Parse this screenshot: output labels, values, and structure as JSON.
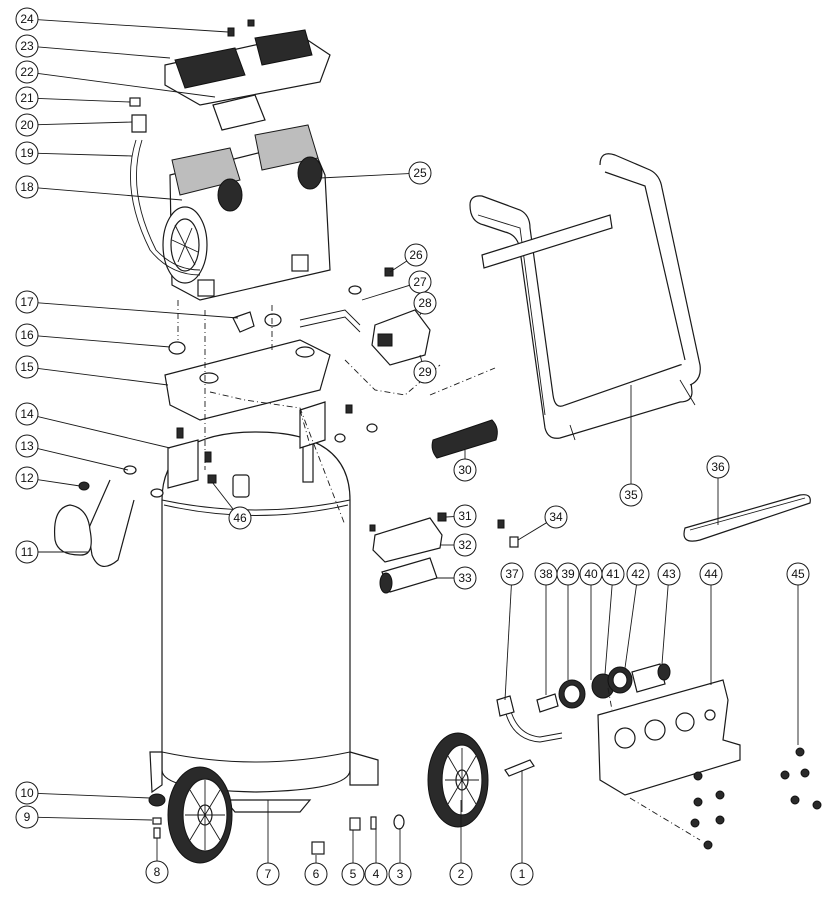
{
  "diagram": {
    "callouts": [
      {
        "id": "1",
        "label": "1"
      },
      {
        "id": "2",
        "label": "2"
      },
      {
        "id": "3",
        "label": "3"
      },
      {
        "id": "4",
        "label": "4"
      },
      {
        "id": "5",
        "label": "5"
      },
      {
        "id": "6",
        "label": "6"
      },
      {
        "id": "7",
        "label": "7"
      },
      {
        "id": "8",
        "label": "8"
      },
      {
        "id": "9",
        "label": "9"
      },
      {
        "id": "10",
        "label": "10"
      },
      {
        "id": "11",
        "label": "11"
      },
      {
        "id": "12",
        "label": "12"
      },
      {
        "id": "13",
        "label": "13"
      },
      {
        "id": "14",
        "label": "14"
      },
      {
        "id": "15",
        "label": "15"
      },
      {
        "id": "16",
        "label": "16"
      },
      {
        "id": "17",
        "label": "17"
      },
      {
        "id": "18",
        "label": "18"
      },
      {
        "id": "19",
        "label": "19"
      },
      {
        "id": "20",
        "label": "20"
      },
      {
        "id": "21",
        "label": "21"
      },
      {
        "id": "22",
        "label": "22"
      },
      {
        "id": "23",
        "label": "23"
      },
      {
        "id": "24",
        "label": "24"
      },
      {
        "id": "25",
        "label": "25"
      },
      {
        "id": "26",
        "label": "26"
      },
      {
        "id": "27",
        "label": "27"
      },
      {
        "id": "28",
        "label": "28"
      },
      {
        "id": "29",
        "label": "29"
      },
      {
        "id": "30",
        "label": "30"
      },
      {
        "id": "31",
        "label": "31"
      },
      {
        "id": "32",
        "label": "32"
      },
      {
        "id": "33",
        "label": "33"
      },
      {
        "id": "34",
        "label": "34"
      },
      {
        "id": "35",
        "label": "35"
      },
      {
        "id": "36",
        "label": "36"
      },
      {
        "id": "37",
        "label": "37"
      },
      {
        "id": "38",
        "label": "38"
      },
      {
        "id": "39",
        "label": "39"
      },
      {
        "id": "40",
        "label": "40"
      },
      {
        "id": "41",
        "label": "41"
      },
      {
        "id": "42",
        "label": "42"
      },
      {
        "id": "43",
        "label": "43"
      },
      {
        "id": "44",
        "label": "44"
      },
      {
        "id": "45",
        "label": "45"
      },
      {
        "id": "46",
        "label": "46"
      }
    ]
  }
}
